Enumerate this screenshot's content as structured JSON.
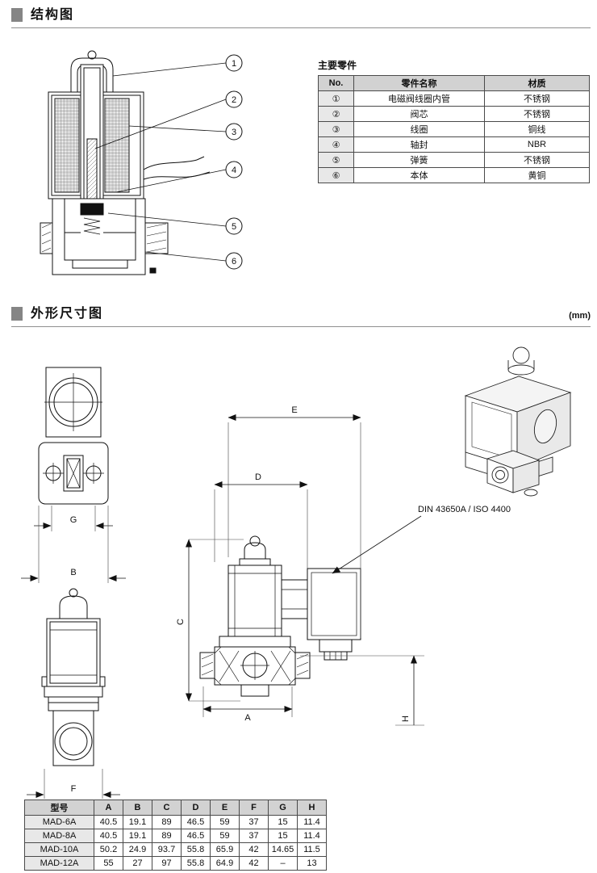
{
  "sections": {
    "structure_title": "结构图",
    "dimensions_title": "外形尺寸图",
    "unit_note": "(mm)"
  },
  "structure_diagram": {
    "callouts": [
      "1",
      "2",
      "3",
      "4",
      "5",
      "6"
    ]
  },
  "parts_table": {
    "title": "主要零件",
    "headers": [
      "No.",
      "零件名称",
      "材质"
    ],
    "rows": [
      {
        "no": "①",
        "name": "电磁阀线圈内管",
        "material": "不锈钢"
      },
      {
        "no": "②",
        "name": "阀芯",
        "material": "不锈钢"
      },
      {
        "no": "③",
        "name": "线圈",
        "material": "铜线"
      },
      {
        "no": "④",
        "name": "轴封",
        "material": "NBR"
      },
      {
        "no": "⑤",
        "name": "弹簧",
        "material": "不锈钢"
      },
      {
        "no": "⑥",
        "name": "本体",
        "material": "黄铜"
      }
    ]
  },
  "dimension_drawing": {
    "labels": {
      "a": "A",
      "b": "B",
      "c": "C",
      "d": "D",
      "e": "E",
      "f": "F",
      "g": "G",
      "h": "H"
    },
    "din_note": "DIN 43650A / ISO 4400"
  },
  "dimension_table": {
    "headers": [
      "型号",
      "A",
      "B",
      "C",
      "D",
      "E",
      "F",
      "G",
      "H"
    ],
    "rows": [
      [
        "MAD-6A",
        "40.5",
        "19.1",
        "89",
        "46.5",
        "59",
        "37",
        "15",
        "11.4"
      ],
      [
        "MAD-8A",
        "40.5",
        "19.1",
        "89",
        "46.5",
        "59",
        "37",
        "15",
        "11.4"
      ],
      [
        "MAD-10A",
        "50.2",
        "24.9",
        "93.7",
        "55.8",
        "65.9",
        "42",
        "14.65",
        "11.5"
      ],
      [
        "MAD-12A",
        "55",
        "27",
        "97",
        "55.8",
        "64.9",
        "42",
        "–",
        "13"
      ]
    ]
  }
}
